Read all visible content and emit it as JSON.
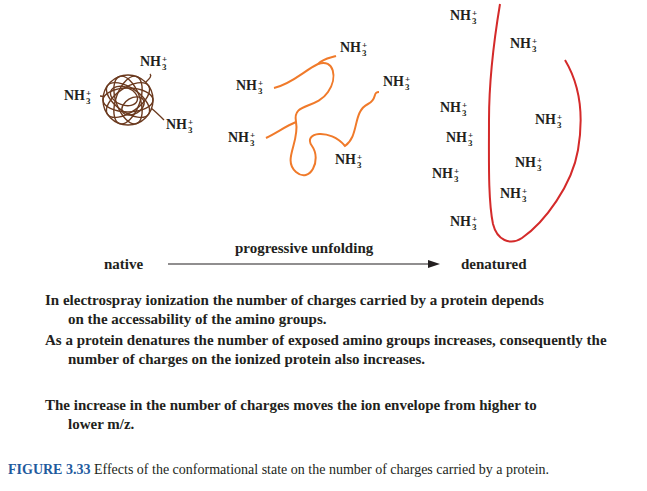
{
  "diagram": {
    "caption": "FIGURE 3.33 Effects of the conformational state on the number of charges carried by a protein.",
    "labels": [
      "NH3+",
      "NH3+",
      "NH3+",
      "NH3+",
      "NH3+",
      "NH3+",
      "NH3+",
      "NH3+",
      "NH3+",
      "NH3+",
      "NH3+",
      "NH3+",
      "NH3+",
      "NH3+",
      "NH3+",
      "NH3+",
      "NH3+",
      "native",
      "progressive unfolding",
      "denatured",
      "In electrospray ionization the number of charges carried by a protein depends on the accessability of the amino groups.",
      "As a protein denatures the number of exposed amino groups increases, consequently the number of charges on the ionized protein also increases.",
      "The increase in the number of charges moves the ion envelope from higher to lower m/z."
    ]
  }
}
